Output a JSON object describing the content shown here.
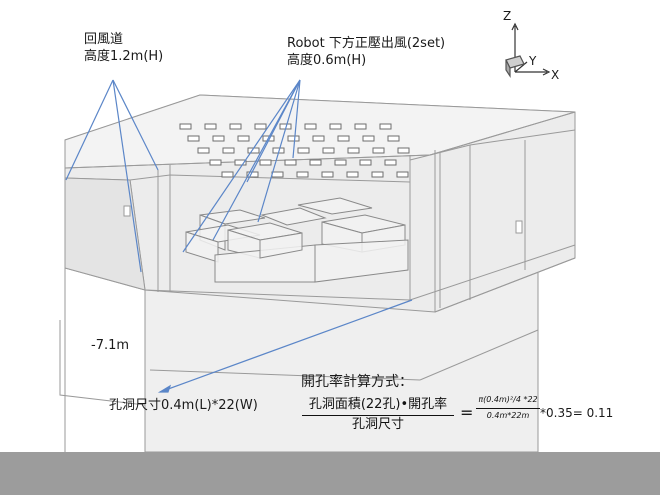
{
  "annotations": {
    "return_duct": {
      "line1": "回風道",
      "line2": "高度1.2m(H)"
    },
    "robot_outlet": {
      "line1": "Robot 下方正壓出風(2set)",
      "line2": "高度0.6m(H)"
    },
    "depth": "-7.1m",
    "hole_size": "孔洞尺寸0.4m(L)*22(W)"
  },
  "axes": {
    "z": "Z",
    "y": "Y",
    "x": "X"
  },
  "formula": {
    "title": "開孔率計算方式：",
    "numerator": "孔洞面積(22孔)•開孔率",
    "denominator": "孔洞尺寸",
    "equals": "=",
    "rhs_numerator": "π(0.4m)²/4 *22",
    "rhs_denominator": "0.4m*22m",
    "result": "*0.35= 0.11"
  },
  "colors": {
    "wire": "#9a9a9a",
    "face": "#e9e9e9",
    "leader": "#5b86c8",
    "band": "#9c9c9c"
  }
}
